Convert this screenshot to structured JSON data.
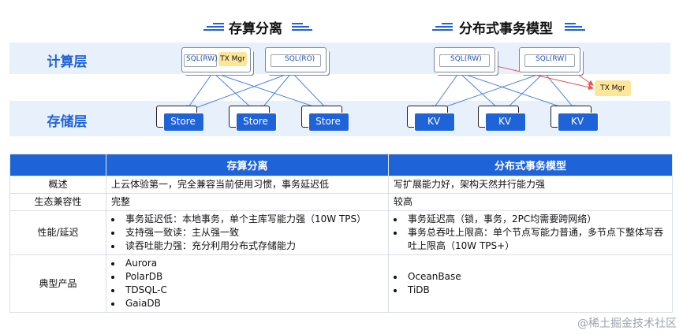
{
  "layers": {
    "compute": "计算层",
    "storage": "存储层"
  },
  "sections": {
    "left": {
      "title": "存算分离",
      "sql_rw": "SQL(RW)",
      "tx_mgr": "TX Mgr",
      "sql_ro": "SQL(RO)",
      "stores": [
        "Store",
        "Store",
        "Store"
      ]
    },
    "right": {
      "title": "分布式事务模型",
      "sql_nodes": [
        "SQL(RW)",
        "SQL(RW)"
      ],
      "tx_mgr": "TX Mgr",
      "kvs": [
        "KV",
        "KV",
        "KV"
      ]
    }
  },
  "colors": {
    "accent": "#1f63d8",
    "band": "#e8f0fb",
    "tx_mgr": "#fde69a",
    "arrow": "#4d84e6",
    "tx_arrow": "#e8534f"
  },
  "table": {
    "headers": [
      "",
      "存算分离",
      "分布式事务模型"
    ],
    "rows": [
      {
        "label": "概述",
        "left": "上云体验第一，完全兼容当前使用习惯，事务延迟低",
        "right": "写扩展能力好，架构天然并行能力强"
      },
      {
        "label": "生态兼容性",
        "left": "完整",
        "right": "较高"
      },
      {
        "label": "性能/延迟",
        "left_items": [
          "事务延迟低：本地事务，单个主库写能力强（10W TPS）",
          "支持强一致读：主从强一致",
          "读吞吐能力强：充分利用分布式存储能力"
        ],
        "right_items": [
          "事务延迟高（锁，事务，2PC均需要跨网络）",
          "事务总吞吐上限高：单个节点写能力普通，多节点下整体写吞吐上限高（10W TPS+）"
        ]
      },
      {
        "label": "典型产品",
        "left_items": [
          "Aurora",
          "PolarDB",
          "TDSQL-C",
          "GaiaDB"
        ],
        "right_items": [
          "OceanBase",
          "TiDB"
        ]
      }
    ]
  },
  "watermark": "@稀土掘金技术社区"
}
